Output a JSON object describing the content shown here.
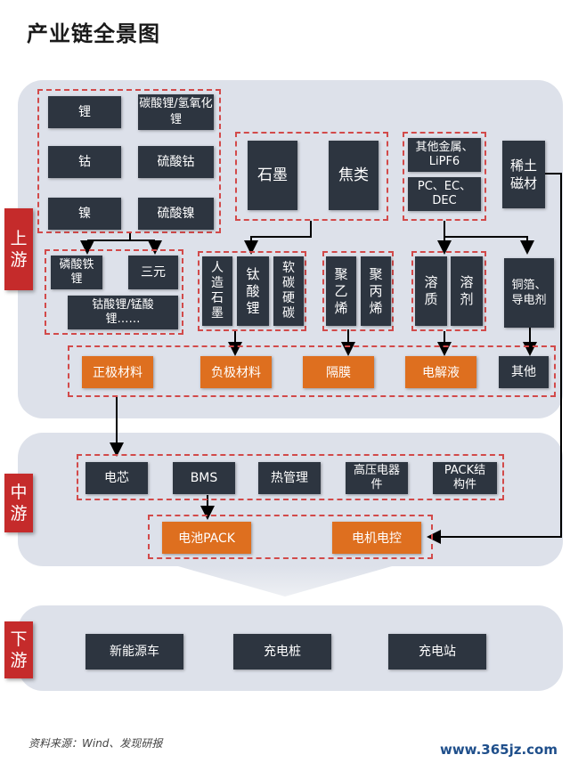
{
  "title": "产业链全景图",
  "stages": {
    "upstream": "上游",
    "midstream": "中游",
    "downstream": "下游"
  },
  "upstream": {
    "raw_group_a": [
      "锂",
      "碳酸锂/氢氧化锂",
      "钴",
      "硫酸钴",
      "镍",
      "硫酸镍"
    ],
    "raw_group_b": [
      "石墨",
      "焦类"
    ],
    "raw_group_c": [
      "其他金属、LiPF6",
      "PC、EC、DEC"
    ],
    "raw_rare": "稀土磁材",
    "cathode_types": [
      "磷酸铁锂",
      "三元",
      "钴酸锂/锰酸锂……"
    ],
    "anode_types": [
      "人造石墨",
      "钛酸锂",
      "软碳硬碳"
    ],
    "separator_types": [
      "聚乙烯",
      "聚丙烯"
    ],
    "electrolyte_types": [
      "溶质",
      "溶剂"
    ],
    "other_types": "铜箔、导电剂",
    "materials": [
      "正极材料",
      "负极材料",
      "隔膜",
      "电解液",
      "其他"
    ]
  },
  "midstream": {
    "components": [
      "电芯",
      "BMS",
      "热管理",
      "高压电器件",
      "PACK结构件"
    ],
    "products": [
      "电池PACK",
      "电机电控"
    ]
  },
  "downstream": {
    "applications": [
      "新能源车",
      "充电桩",
      "充电站"
    ]
  },
  "source": "资料来源：Wind、发现研报",
  "watermark": "www.365jz.com",
  "colors": {
    "stage": "#c52b2b",
    "box": "#2d3540",
    "highlight": "#de6f1f",
    "dash": "#d24a4a",
    "panel": "#dde1ea"
  }
}
